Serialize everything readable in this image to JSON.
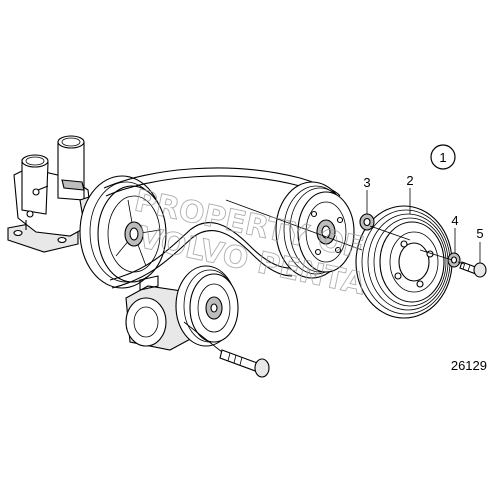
{
  "diagram": {
    "assembly_ref": "1",
    "drawing_number": "26129",
    "callouts": [
      {
        "id": "callout-2",
        "text": "2"
      },
      {
        "id": "callout-3",
        "text": "3"
      },
      {
        "id": "callout-4",
        "text": "4"
      },
      {
        "id": "callout-5",
        "text": "5"
      }
    ],
    "watermark": [
      "PROPERTY OF",
      "VOLVO PENTA"
    ]
  }
}
